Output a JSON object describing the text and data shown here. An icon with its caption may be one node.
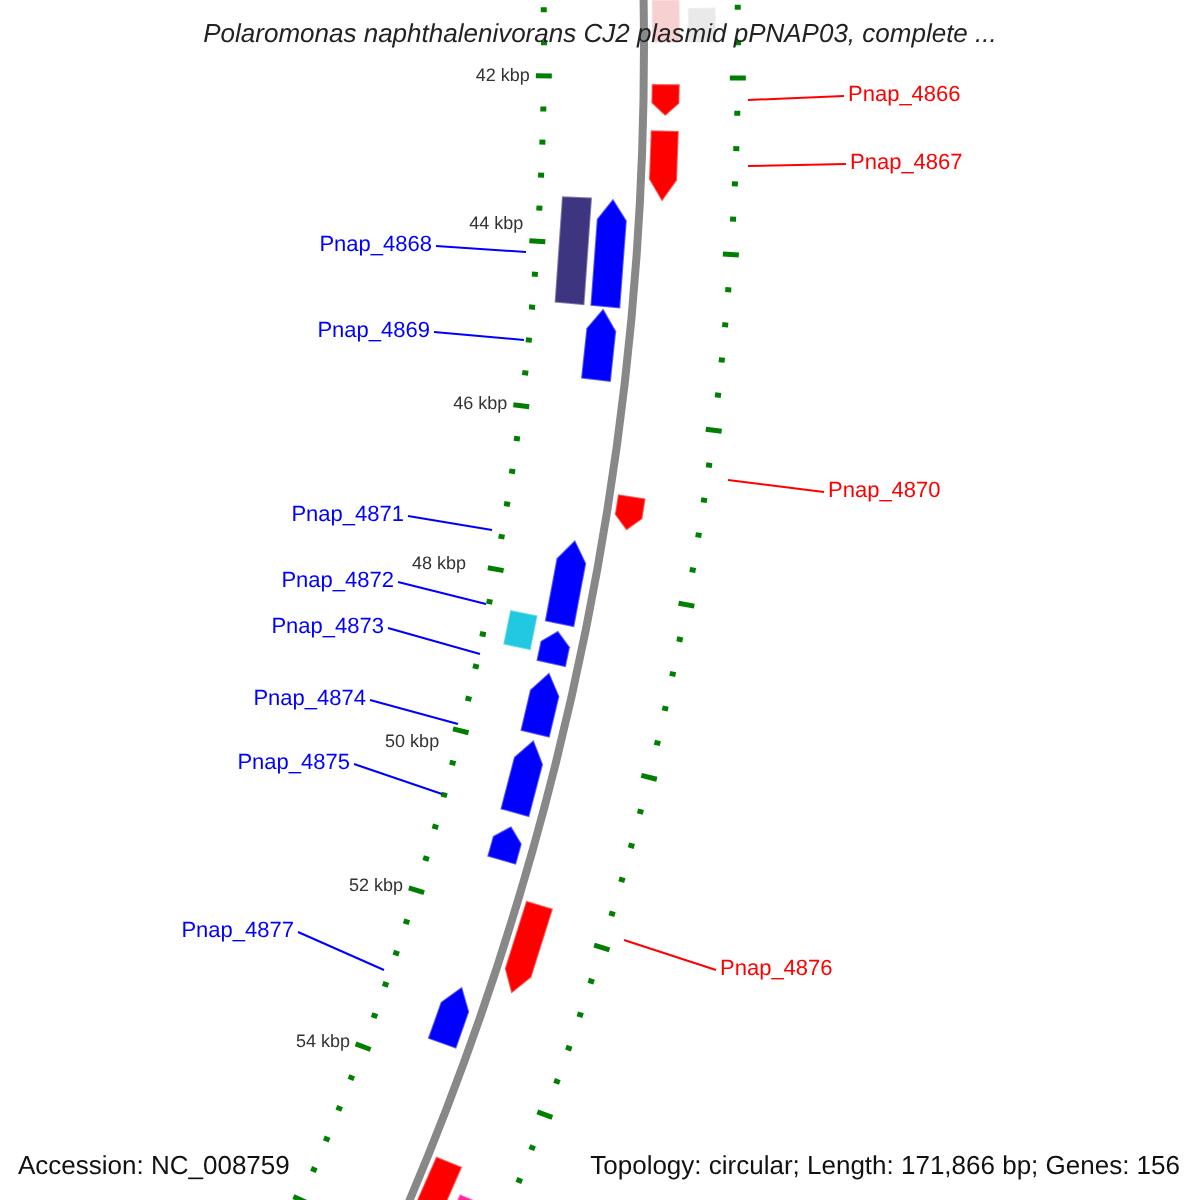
{
  "diagram": {
    "title": "Polaromonas naphthalenivorans CJ2 plasmid pPNAP03, complete ...",
    "nodes": [
      {
        "text": [
          "Pnap_4866"
        ]
      },
      {
        "text": [
          "Pnap_4867"
        ]
      },
      {
        "text": [
          "Pnap_4868"
        ]
      },
      {
        "text": [
          "Pnap_4869"
        ]
      },
      {
        "text": [
          "Pnap_4870"
        ]
      },
      {
        "text": [
          "Pnap_4871"
        ]
      },
      {
        "text": [
          "Pnap_4872"
        ]
      },
      {
        "text": [
          "Pnap_4873"
        ]
      },
      {
        "text": [
          "Pnap_4874"
        ]
      },
      {
        "text": [
          "Pnap_4875"
        ]
      },
      {
        "text": [
          "Pnap_4876"
        ]
      },
      {
        "text": [
          "Pnap_4877"
        ]
      }
    ],
    "edges": [
      {
        "from": 0,
        "to": null,
        "arrow": "none",
        "color": "#ff0000"
      },
      {
        "from": 1,
        "to": null,
        "arrow": "none",
        "color": "#ff0000"
      },
      {
        "from": 2,
        "to": null,
        "arrow": "none"
      },
      {
        "from": 3,
        "to": null,
        "arrow": "none"
      },
      {
        "from": 4,
        "to": null,
        "arrow": "none",
        "color": "#ff0000"
      },
      {
        "from": 5,
        "to": null,
        "arrow": "none"
      },
      {
        "from": 6,
        "to": null,
        "arrow": "none"
      },
      {
        "from": 7,
        "to": null,
        "arrow": "none"
      },
      {
        "from": 8,
        "to": null,
        "arrow": "none"
      },
      {
        "from": 9,
        "to": null,
        "arrow": "none"
      },
      {
        "from": 10,
        "to": null,
        "arrow": "none",
        "color": "#ff0000"
      },
      {
        "from": 11,
        "to": null,
        "arrow": "none"
      }
    ],
    "labels": [
      "42 kbp",
      "44 kbp",
      "46 kbp",
      "48 kbp",
      "50 kbp",
      "52 kbp",
      "54 kbp",
      "Accession: NC_008759",
      "Topology: circular; Length: 171,866 bp; Genes: 156"
    ]
  }
}
